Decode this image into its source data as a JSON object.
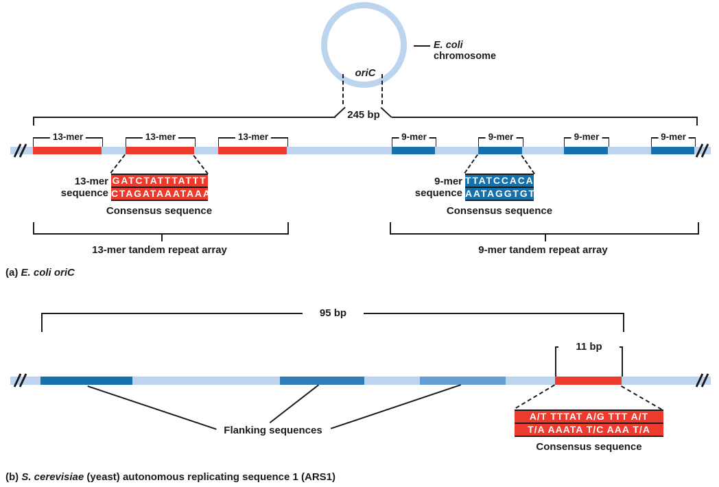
{
  "colors": {
    "light_blue": "#bdd4ef",
    "dark_blue": "#1571ac",
    "medium_blue": "#2e7cb8",
    "soft_blue": "#639fd2",
    "red": "#ee3a2c"
  },
  "panel_a": {
    "chromosome_label_line1": "E. coli",
    "chromosome_label_line2": "chromosome",
    "oric_label": "oriC",
    "span_label": "245 bp",
    "thirteen_mer": {
      "repeat_label": "13-mer",
      "sequence_label_line1": "13-mer",
      "sequence_label_line2": "sequence",
      "sequence_top": "GATCTATTTATTT",
      "sequence_bottom": "CTAGATAAATAAA",
      "consensus_label": "Consensus sequence",
      "array_label": "13-mer tandem repeat array"
    },
    "nine_mer": {
      "repeat_label": "9-mer",
      "sequence_label_line1": "9-mer",
      "sequence_label_line2": "sequence",
      "sequence_top": "TTATCCACA",
      "sequence_bottom": "AATAGGTGT",
      "consensus_label": "Consensus sequence",
      "array_label": "9-mer tandem repeat array"
    },
    "caption_prefix": "(a)",
    "caption_name": "E. coli oriC"
  },
  "panel_b": {
    "span_label": "95 bp",
    "insert_label": "11 bp",
    "flanking_label": "Flanking sequences",
    "sequence_top": "A/T TTTAT A/G TTT A/T",
    "sequence_bottom": "T/A AAATA T/C AAA T/A",
    "consensus_label": "Consensus sequence",
    "caption_prefix": "(b)",
    "caption_species": "S. cerevisiae",
    "caption_rest": "(yeast) autonomous replicating sequence 1 (ARS1)"
  }
}
